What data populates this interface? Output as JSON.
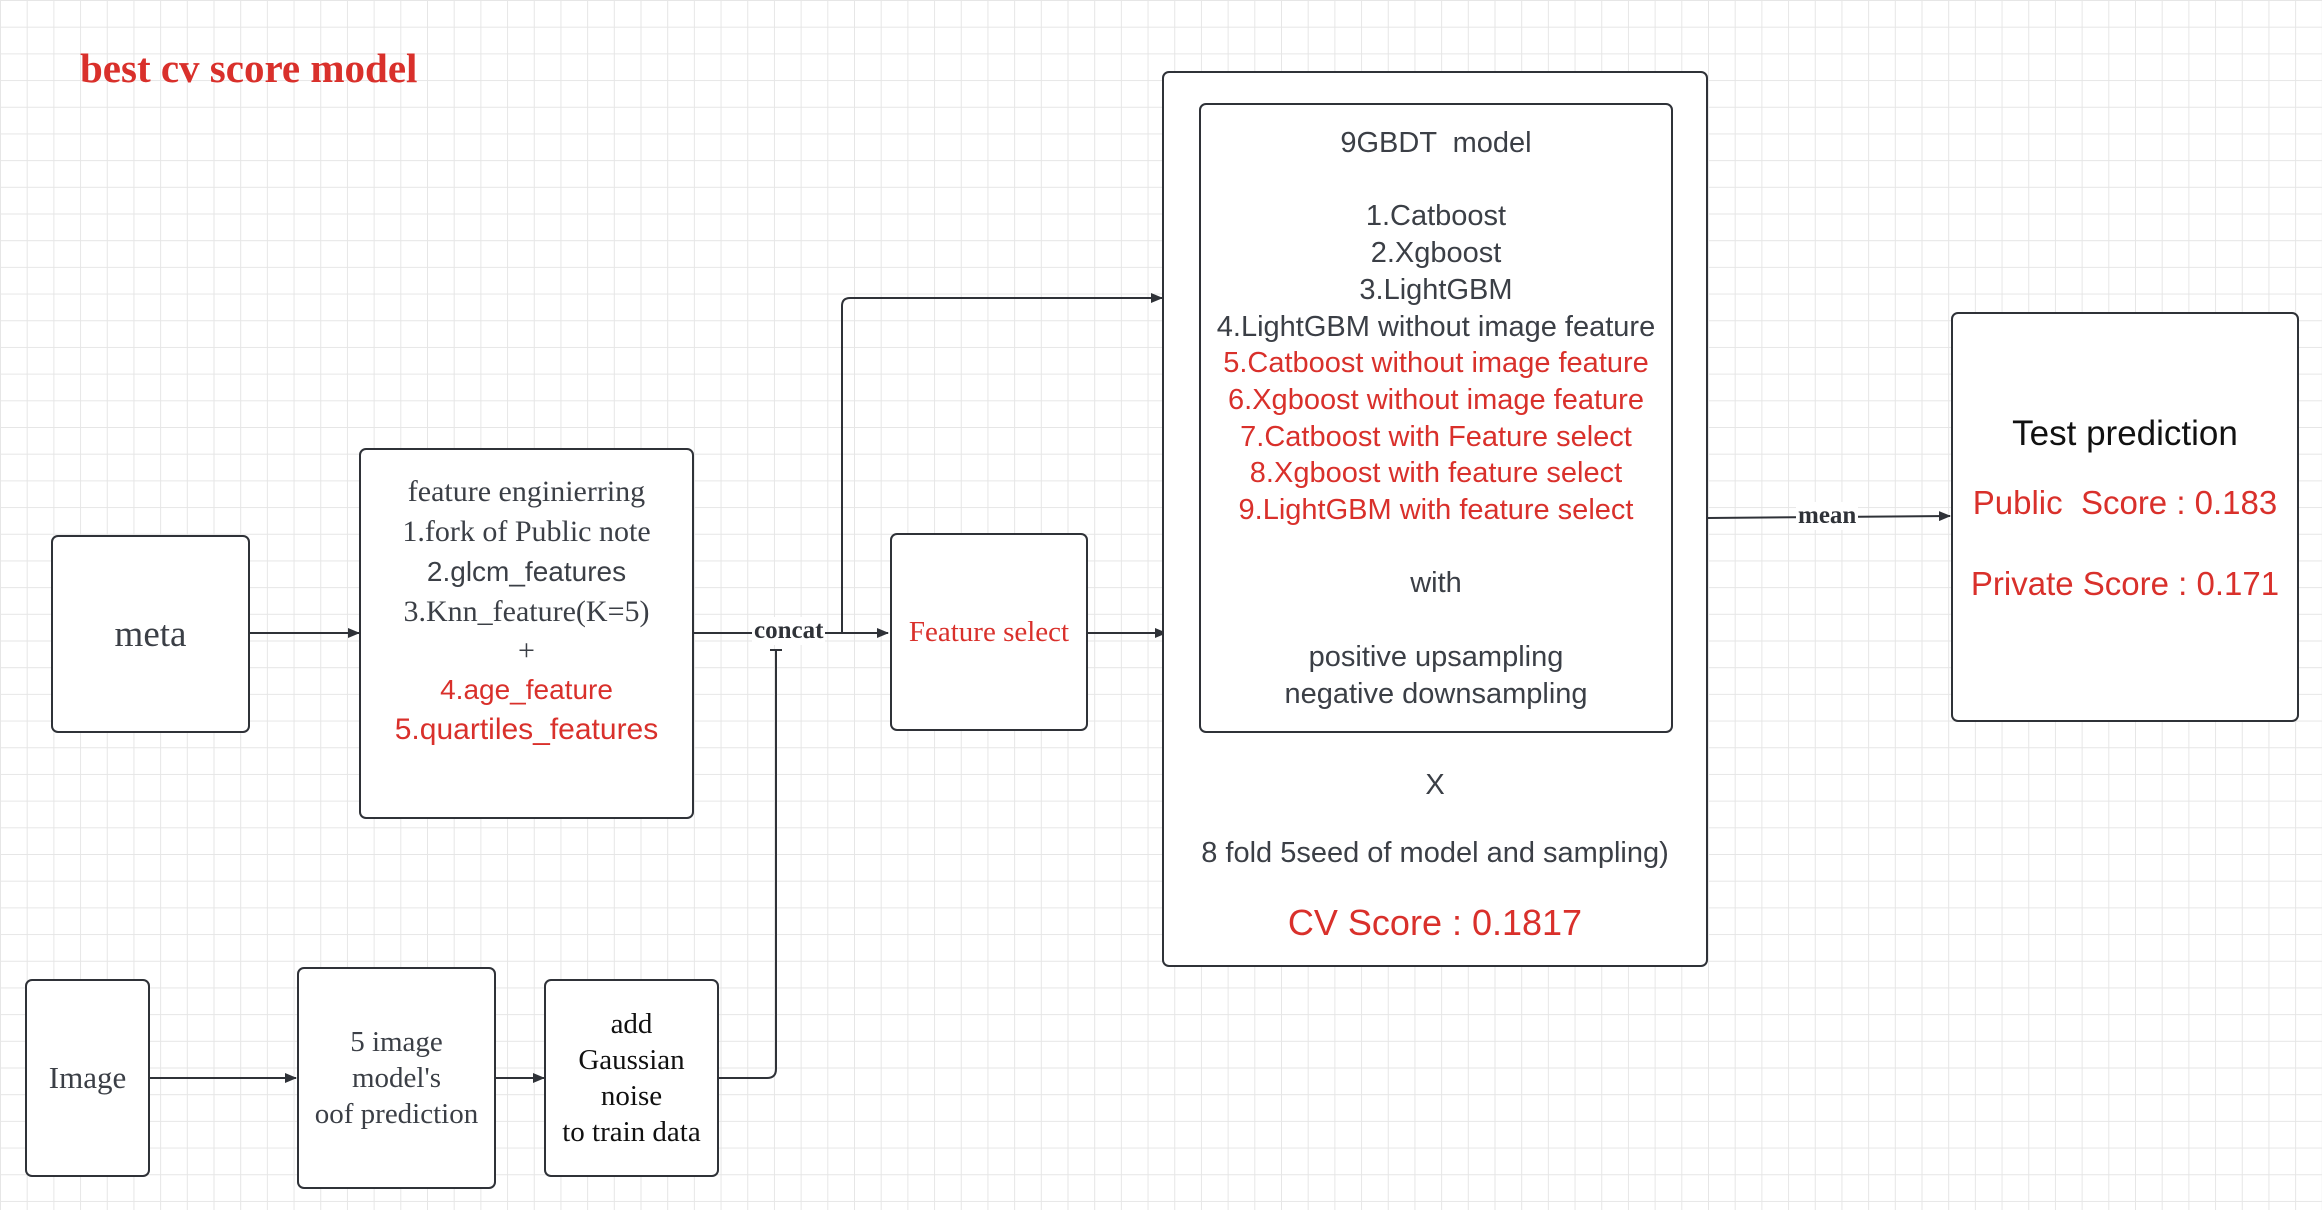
{
  "title": "best cv score model",
  "meta_box": {
    "label": "meta"
  },
  "image_box": {
    "label": "Image"
  },
  "feature_eng": {
    "lines": [
      "feature enginierring",
      "1.fork of Public note",
      "2.glcm_features",
      "3.Knn_feature(K=5)",
      "+",
      "4.age_feature",
      "5.quartiles_features"
    ]
  },
  "image_models": {
    "lines": [
      "5 image",
      "model's",
      "oof prediction"
    ]
  },
  "gaussian": {
    "lines": [
      "add",
      "Gaussian",
      "noise",
      "to train data"
    ]
  },
  "feature_select": {
    "label": "Feature select"
  },
  "gbdt": {
    "heading": "9GBDT  model",
    "models": [
      "1.Catboost",
      "2.Xgboost",
      "3.LightGBM",
      "4.LightGBM without image feature",
      "5.Catboost without image feature",
      "6.Xgboost without image feature",
      "7.Catboost with Feature select",
      "8.Xgboost with feature select",
      "9.LightGBM with feature select"
    ],
    "with": "with",
    "sampling": [
      "positive upsampling",
      "negative downsampling"
    ],
    "times": "X",
    "folds": "8 fold 5seed of model and sampling)",
    "cv_score": "CV Score : 0.1817"
  },
  "test": {
    "heading": "Test prediction",
    "public": "Public  Score : 0.183",
    "private": "Private Score : 0.171"
  },
  "edges": {
    "concat": "concat",
    "mean": "mean"
  },
  "colors": {
    "accent": "#d9302b",
    "stroke": "#2f3238",
    "text": "#3b3f46"
  }
}
